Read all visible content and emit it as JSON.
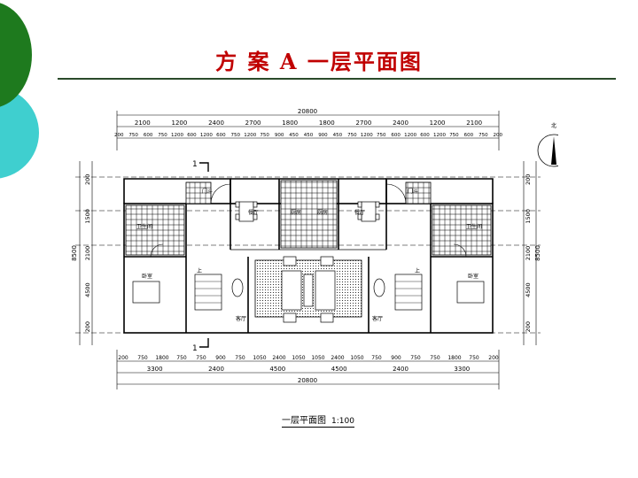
{
  "slide": {
    "title": "方 案 A  一层平面图",
    "caption": "一层平面图",
    "scale": "1:100"
  },
  "colors": {
    "title": "#c00000",
    "accent_green": "#1e7a1e",
    "accent_teal": "#3fcfcf",
    "rule": "#2a4a2a"
  },
  "plan": {
    "total_width": "20800",
    "top_dims_row1": [
      "2100",
      "1200",
      "2400",
      "2700",
      "1800",
      "1800",
      "2700",
      "2400",
      "1200",
      "2100"
    ],
    "top_dims_row2": [
      "200",
      "750",
      "600",
      "750",
      "1200",
      "600",
      "1200",
      "600",
      "750",
      "1200",
      "750",
      "900",
      "450",
      "450",
      "900",
      "450",
      "750",
      "1200",
      "750",
      "600",
      "1200",
      "600",
      "1200",
      "750",
      "600",
      "750",
      "200"
    ],
    "bottom_dims_row1": [
      "200",
      "750",
      "1800",
      "750",
      "750",
      "900",
      "750",
      "1050",
      "2400",
      "1050",
      "1050",
      "2400",
      "1050",
      "750",
      "900",
      "750",
      "750",
      "1800",
      "750",
      "200"
    ],
    "bottom_dims_row2": [
      "3300",
      "2400",
      "4500",
      "4500",
      "2400",
      "3300"
    ],
    "left_dims": [
      "200",
      "1500",
      "2100",
      "4500",
      "200"
    ],
    "left_total": "8500",
    "right_dims": [
      "200",
      "1500",
      "2100",
      "4500",
      "200"
    ],
    "right_total": "8500",
    "section_mark": "1",
    "north_label": "北",
    "rooms": {
      "entry": "门斗",
      "dining": "餐厅",
      "kitchen": "厨房",
      "bath": "卫生间",
      "bedroom": "卧室",
      "living": "客厅",
      "stair_up": "上"
    }
  }
}
